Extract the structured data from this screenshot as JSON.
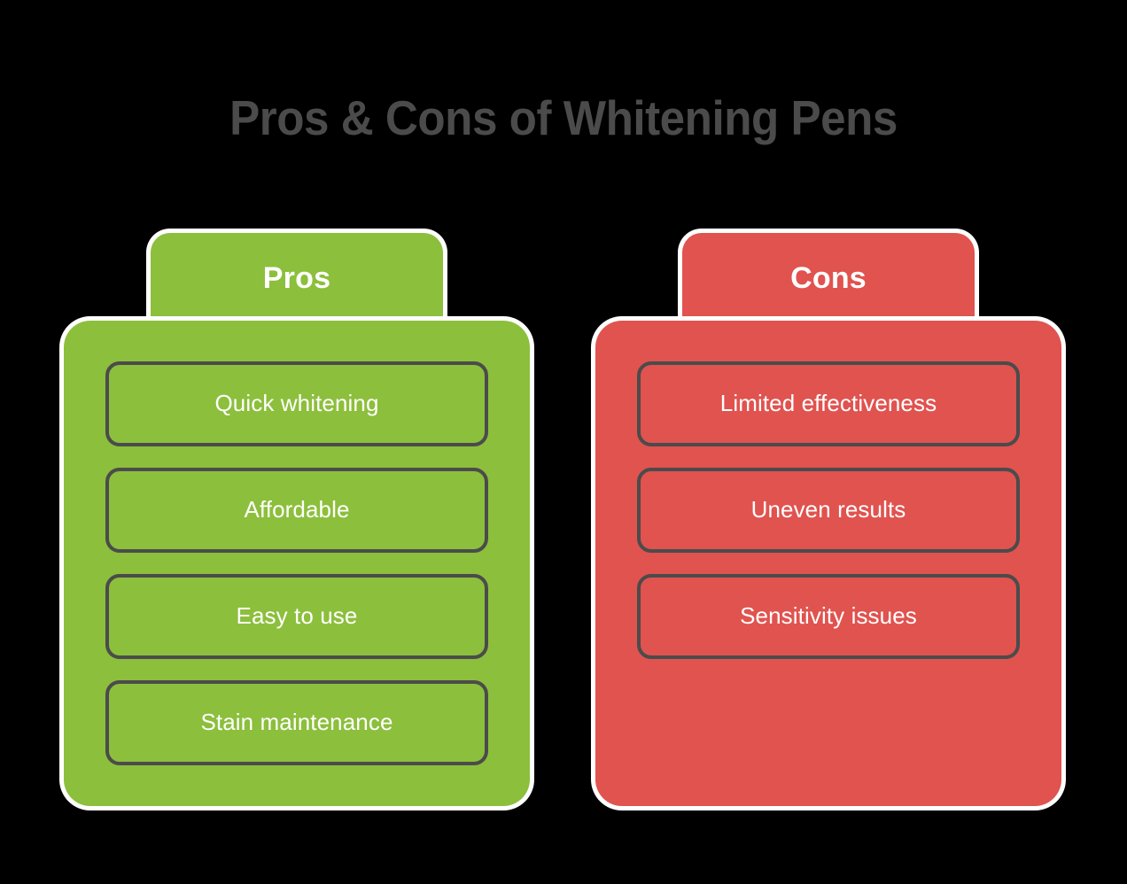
{
  "page": {
    "title": "Pros & Cons of Whitening Pens",
    "background_color": "#000000",
    "title_color": "#4b4b4b",
    "outline_color": "#ffffff",
    "item_border_color": "#4b4b4b",
    "item_text_color": "#ffffff"
  },
  "columns": [
    {
      "key": "pros",
      "header": "Pros",
      "accent_color": "#8cbf3c",
      "items": [
        {
          "label": "Quick whitening"
        },
        {
          "label": "Affordable"
        },
        {
          "label": "Easy to use"
        },
        {
          "label": "Stain maintenance"
        }
      ]
    },
    {
      "key": "cons",
      "header": "Cons",
      "accent_color": "#e0534f",
      "items": [
        {
          "label": "Limited effectiveness"
        },
        {
          "label": "Uneven results"
        },
        {
          "label": "Sensitivity issues"
        }
      ]
    }
  ]
}
